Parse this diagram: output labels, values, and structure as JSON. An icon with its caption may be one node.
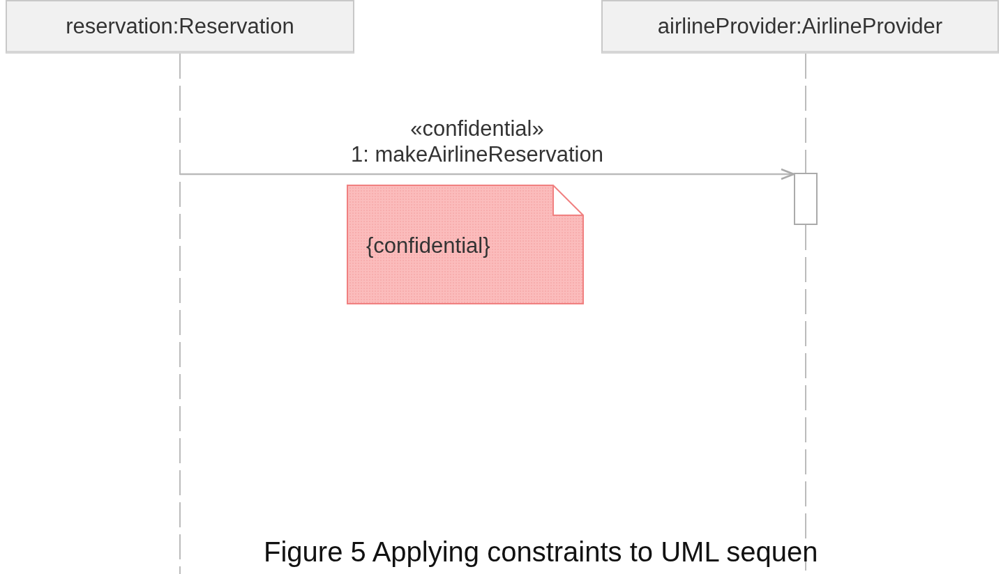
{
  "diagram": {
    "caption": "Figure 5 Applying constraints to UML sequen",
    "nodes": [
      {
        "text": [
          "reservation:Reservation"
        ]
      },
      {
        "text": [
          "airlineProvider:AirlineProvider"
        ]
      },
      {
        "text": [],
        "shape": "bar"
      },
      {
        "text": [
          "{confidential}"
        ]
      }
    ],
    "edges": [
      {
        "from": null,
        "to": 2,
        "arrow": "to",
        "label": "«confidential» 1: makeAirlineReservation"
      },
      {
        "from": 0,
        "to": null,
        "arrow": "none",
        "style": "dashed"
      },
      {
        "from": 1,
        "to": 2,
        "arrow": "none",
        "style": "dashed"
      },
      {
        "from": 2,
        "to": null,
        "arrow": "none",
        "style": "dashed"
      }
    ]
  }
}
